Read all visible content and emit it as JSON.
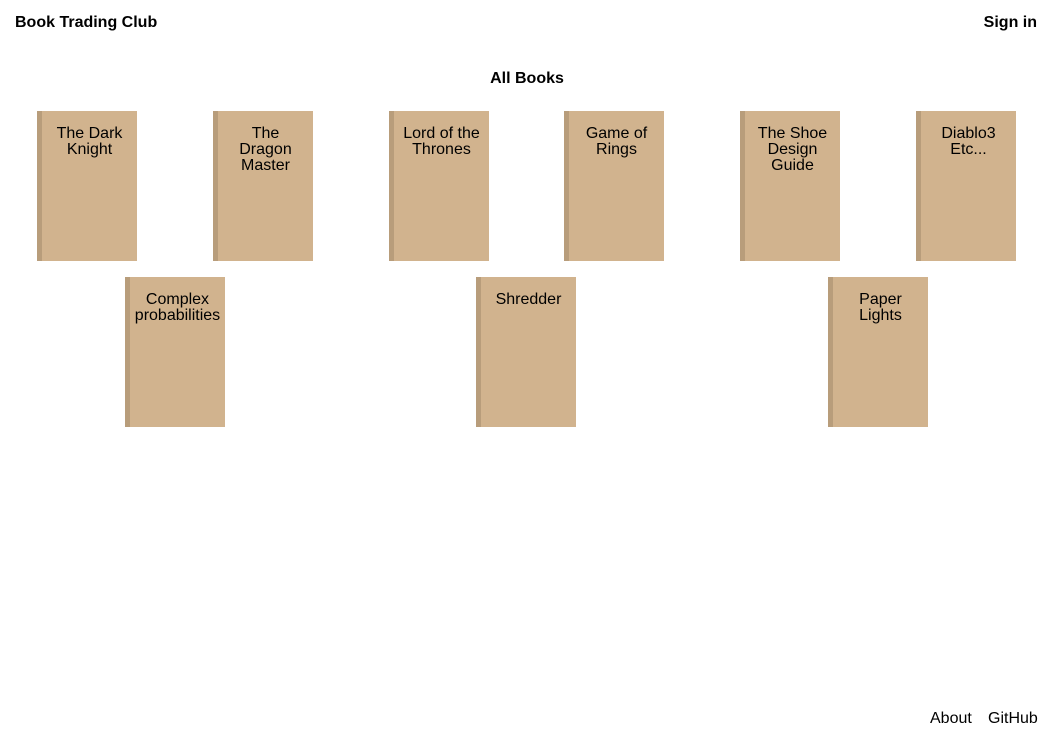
{
  "header": {
    "brand": "Book Trading Club",
    "signin_label": "Sign in"
  },
  "main": {
    "section_title": "All Books",
    "books": [
      {
        "title": "The Dark\nKnight"
      },
      {
        "title": "The\nDragon\nMaster"
      },
      {
        "title": "Lord of the\nThrones"
      },
      {
        "title": "Game of\nRings"
      },
      {
        "title": "The Shoe\nDesign\nGuide"
      },
      {
        "title": "Diablo3\nEtc..."
      },
      {
        "title": "Complex\nprobabilities"
      },
      {
        "title": "Shredder"
      },
      {
        "title": "Paper\nLights"
      }
    ]
  },
  "footer": {
    "about_label": "About",
    "github_label": "GitHub"
  },
  "colors": {
    "book_cover": "#d1b38e",
    "book_spine": "#b89d7b"
  }
}
